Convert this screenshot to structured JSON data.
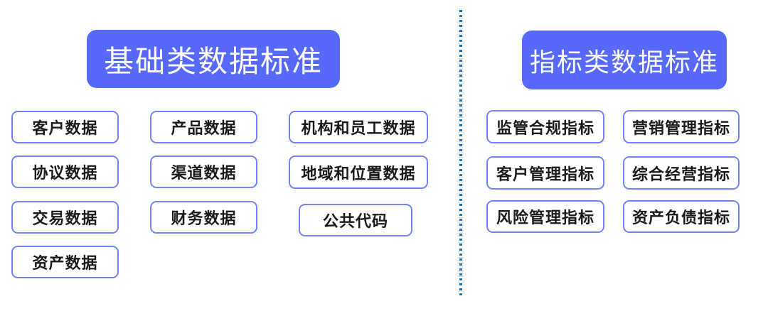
{
  "left_group": {
    "header": "基础类数据标准",
    "items": [
      "客户数据",
      "产品数据",
      "机构和员工数据",
      "协议数据",
      "渠道数据",
      "地域和位置数据",
      "交易数据",
      "财务数据",
      "公共代码",
      "资产数据"
    ]
  },
  "right_group": {
    "header": "指标类数据标准",
    "items": [
      "监管合规指标",
      "营销管理指标",
      "客户管理指标",
      "综合经营指标",
      "风险管理指标",
      "资产负债指标"
    ]
  },
  "colors": {
    "header_background": "#5669fa",
    "header_text": "#ffffff",
    "item_border": "#7282f9",
    "item_text": "#1a1a1a",
    "divider_dots": "#187abe"
  }
}
